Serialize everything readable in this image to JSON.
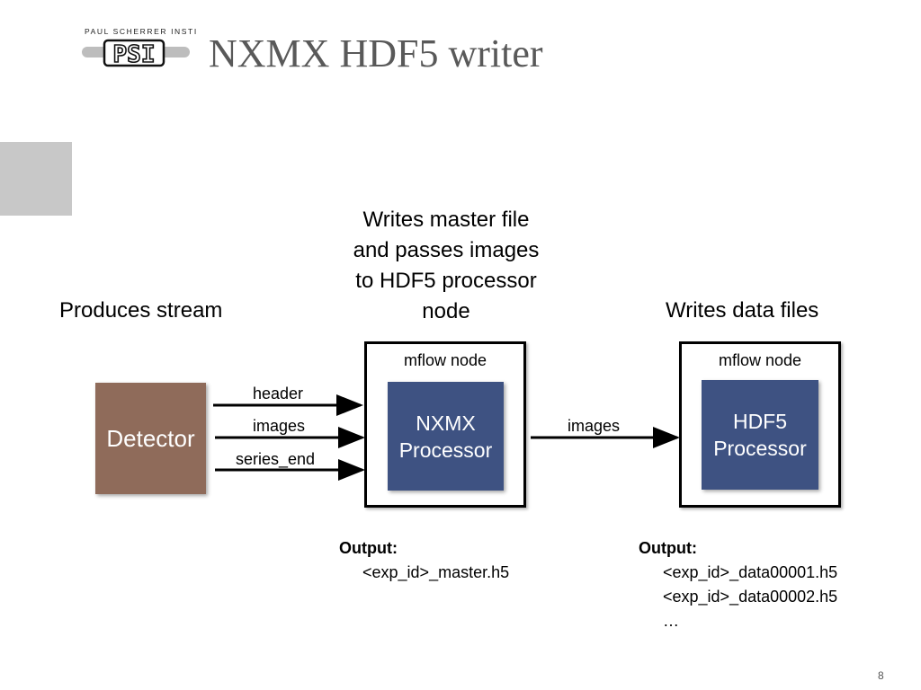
{
  "logo": {
    "org_text": "PAUL SCHERRER INSTITUT",
    "mark": "PSI"
  },
  "title": "NXMX HDF5 writer",
  "captions": {
    "left": "Produces stream",
    "center": [
      "Writes master file",
      "and passes images",
      "to HDF5 processor",
      "node"
    ],
    "right": "Writes data files"
  },
  "detector": {
    "label": "Detector",
    "color": "#8f6b5a"
  },
  "nodes": [
    {
      "label": "mflow node",
      "processor": [
        "NXMX",
        "Processor"
      ],
      "color": "#3e5282"
    },
    {
      "label": "mflow node",
      "processor": [
        "HDF5",
        "Processor"
      ],
      "color": "#3e5282"
    }
  ],
  "arrows": {
    "header": "header",
    "images": "images",
    "series_end": "series_end",
    "between": "images"
  },
  "outputs": [
    {
      "heading": "Output:",
      "files": [
        "<exp_id>_master.h5"
      ]
    },
    {
      "heading": "Output:",
      "files": [
        "<exp_id>_data00001.h5",
        "<exp_id>_data00002.h5",
        "…"
      ]
    }
  ],
  "page_number": "8"
}
